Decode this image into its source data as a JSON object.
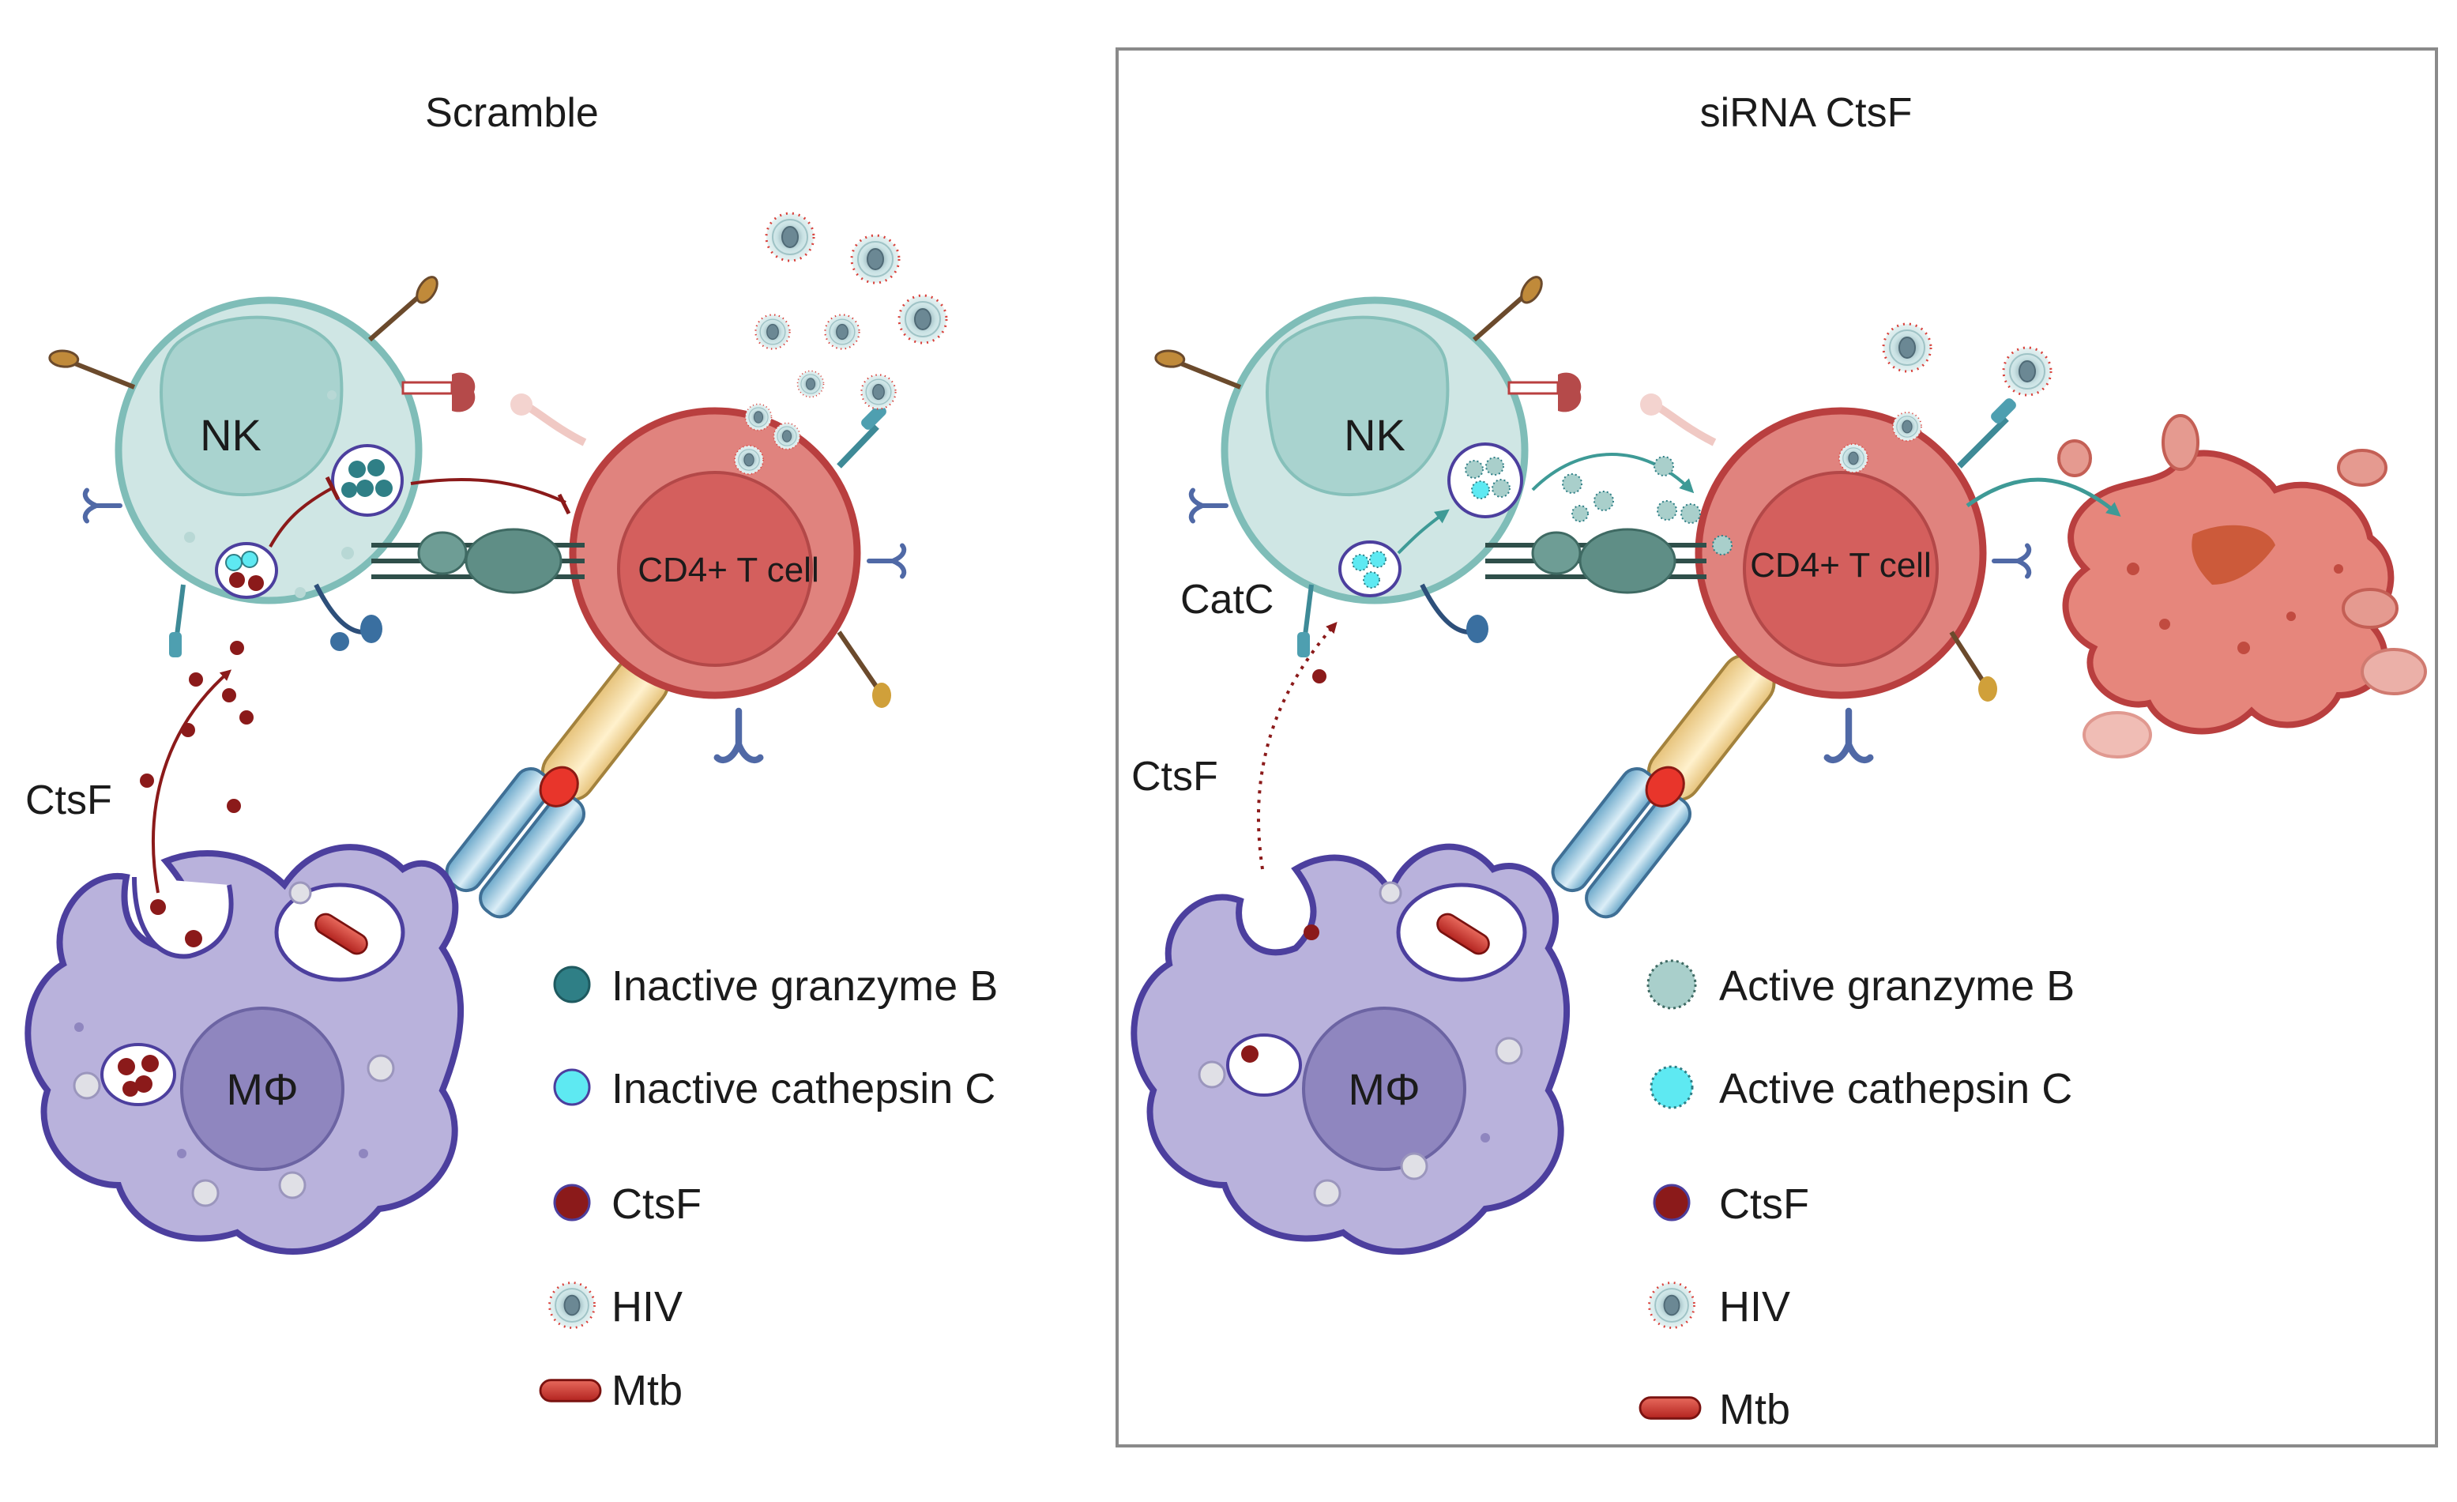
{
  "panels": [
    {
      "title": "Scramble",
      "nk_label": "NK",
      "tcell_label": "CD4+ T cell",
      "macrophage_label": "MΦ",
      "ctsf_label": "CtsF",
      "legend": [
        {
          "icon": "inactive-granzyme-icon",
          "label": "Inactive granzyme B"
        },
        {
          "icon": "inactive-cathepsin-icon",
          "label": "Inactive cathepsin C"
        },
        {
          "icon": "ctsf-icon",
          "label": "CtsF"
        },
        {
          "icon": "hiv-icon",
          "label": "HIV"
        },
        {
          "icon": "mtb-icon",
          "label": "Mtb"
        }
      ]
    },
    {
      "title": "siRNA CtsF",
      "nk_label": "NK",
      "tcell_label": "CD4+ T cell",
      "macrophage_label": "MΦ",
      "ctsf_label": "CtsF",
      "catc_label": "CatC",
      "legend": [
        {
          "icon": "active-granzyme-icon",
          "label": "Active granzyme B"
        },
        {
          "icon": "active-cathepsin-icon",
          "label": "Active cathepsin C"
        },
        {
          "icon": "ctsf-icon",
          "label": "CtsF"
        },
        {
          "icon": "hiv-icon",
          "label": "HIV"
        },
        {
          "icon": "mtb-icon",
          "label": "Mtb"
        }
      ]
    }
  ],
  "colors": {
    "nk_fill": "#cfe6e4",
    "nk_stroke": "#7fbdb8",
    "tcell_fill": "#e0837e",
    "tcell_stroke": "#b93f3f",
    "macrophage_fill": "#b9b2dc",
    "macrophage_stroke": "#4c3f9e",
    "ctsf": "#8b1a1a",
    "granzyme": "#2f7f86",
    "cathepsin": "#5ee9f2",
    "arrow_teal": "#3e9a96"
  }
}
